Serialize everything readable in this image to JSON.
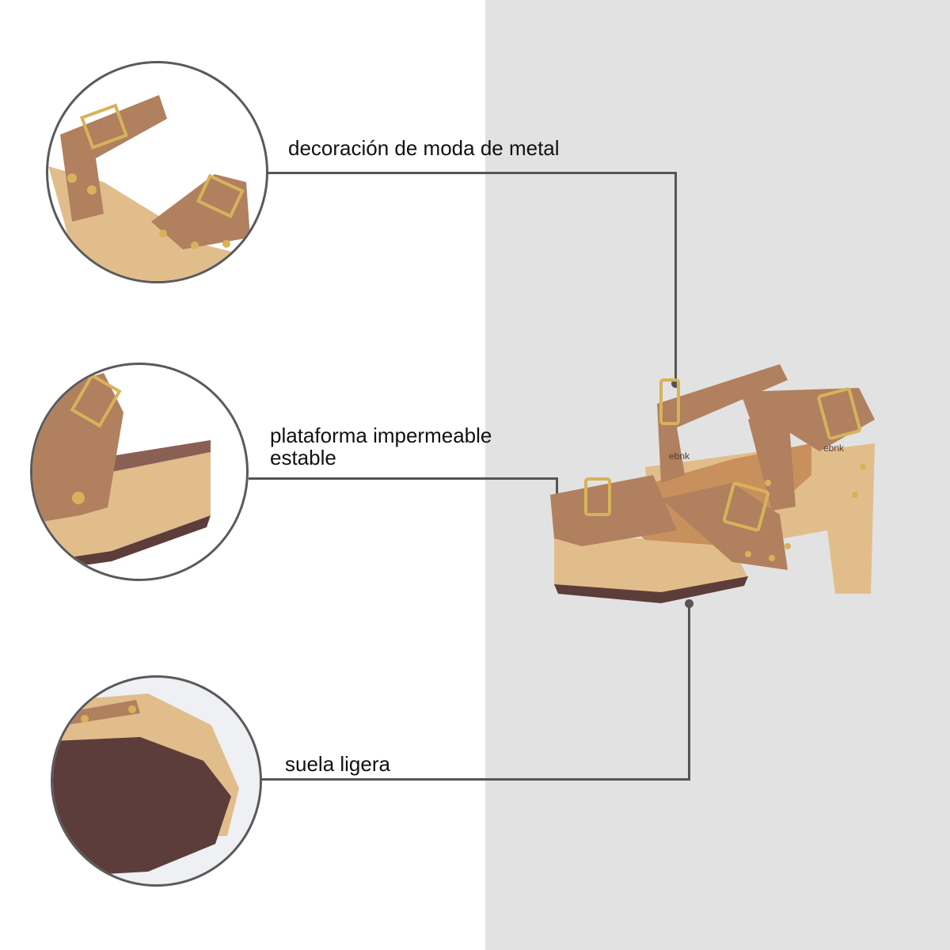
{
  "background": {
    "left_color": "#ffffff",
    "right_color": "#e2e2e2"
  },
  "accent": {
    "line_color": "#555555",
    "strap_color": "#b0805f",
    "wood_color": "#e2bd8c",
    "sole_color": "#5c3d3a"
  },
  "features": [
    {
      "label": "decoración de moda de metal",
      "image": "buckle-closeup"
    },
    {
      "label_line1": "plataforma impermeable",
      "label_line2": "estable",
      "image": "platform-closeup"
    },
    {
      "label": "suela ligera",
      "image": "sole-closeup"
    }
  ],
  "product": {
    "image": "sandal-main",
    "brand_text": "ebnk"
  }
}
